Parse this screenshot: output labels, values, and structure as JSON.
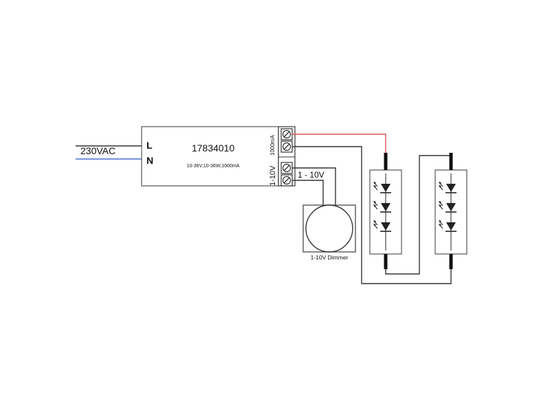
{
  "input": {
    "voltage_label": "230VAC",
    "line_label": "L",
    "neutral_label": "N"
  },
  "driver": {
    "model": "17834010",
    "spec": "10-36V;10-36W;1000mA",
    "output_label": "1000mA",
    "dim_label": "1-10V"
  },
  "dimmer": {
    "signal_label": "1 - 10V",
    "name": "1-10V Dimmer"
  },
  "colors": {
    "line_wire": "#333333",
    "neutral_wire": "#4a6fc8",
    "positive_wire": "#d9534f",
    "negative_wire": "#333333",
    "outline": "#555555"
  },
  "led_modules": [
    {
      "led_count": 3
    },
    {
      "led_count": 3
    }
  ]
}
